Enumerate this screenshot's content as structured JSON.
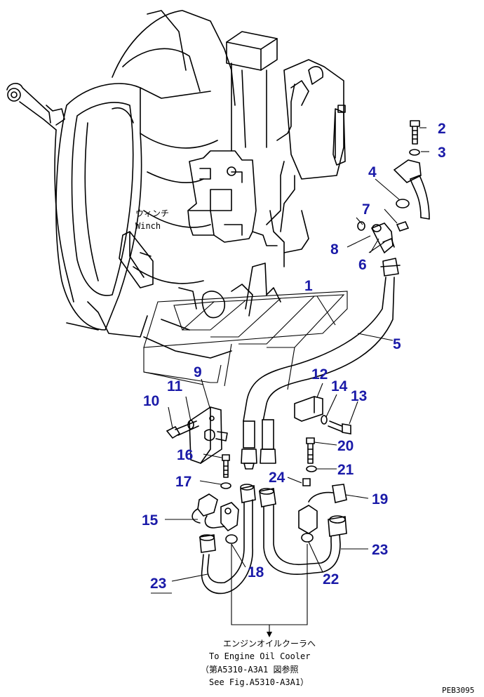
{
  "diagram": {
    "winch_label_jp": "ウィンチ",
    "winch_label_en": "Winch",
    "callouts": {
      "c1": "1",
      "c2": "2",
      "c3": "3",
      "c4": "4",
      "c5": "5",
      "c6": "6",
      "c7": "7",
      "c8": "8",
      "c9": "9",
      "c10": "10",
      "c11": "11",
      "c12": "12",
      "c13": "13",
      "c14": "14",
      "c15": "15",
      "c16": "16",
      "c17": "17",
      "c18": "18",
      "c19": "19",
      "c20": "20",
      "c21": "21",
      "c23a": "23",
      "c23b": "23",
      "c22": "22",
      "c24": "24"
    },
    "note": {
      "jp": "エンジンオイルクーラへ",
      "en": "To Engine Oil Cooler",
      "ref_jp": "（第A5310-A3A1 図参照",
      "ref_en": "See Fig.A5310-A3A1）"
    },
    "drawing_code": "PEB3095",
    "colors": {
      "callout": "#1a1aa8",
      "line": "#000000",
      "background": "#ffffff"
    }
  }
}
